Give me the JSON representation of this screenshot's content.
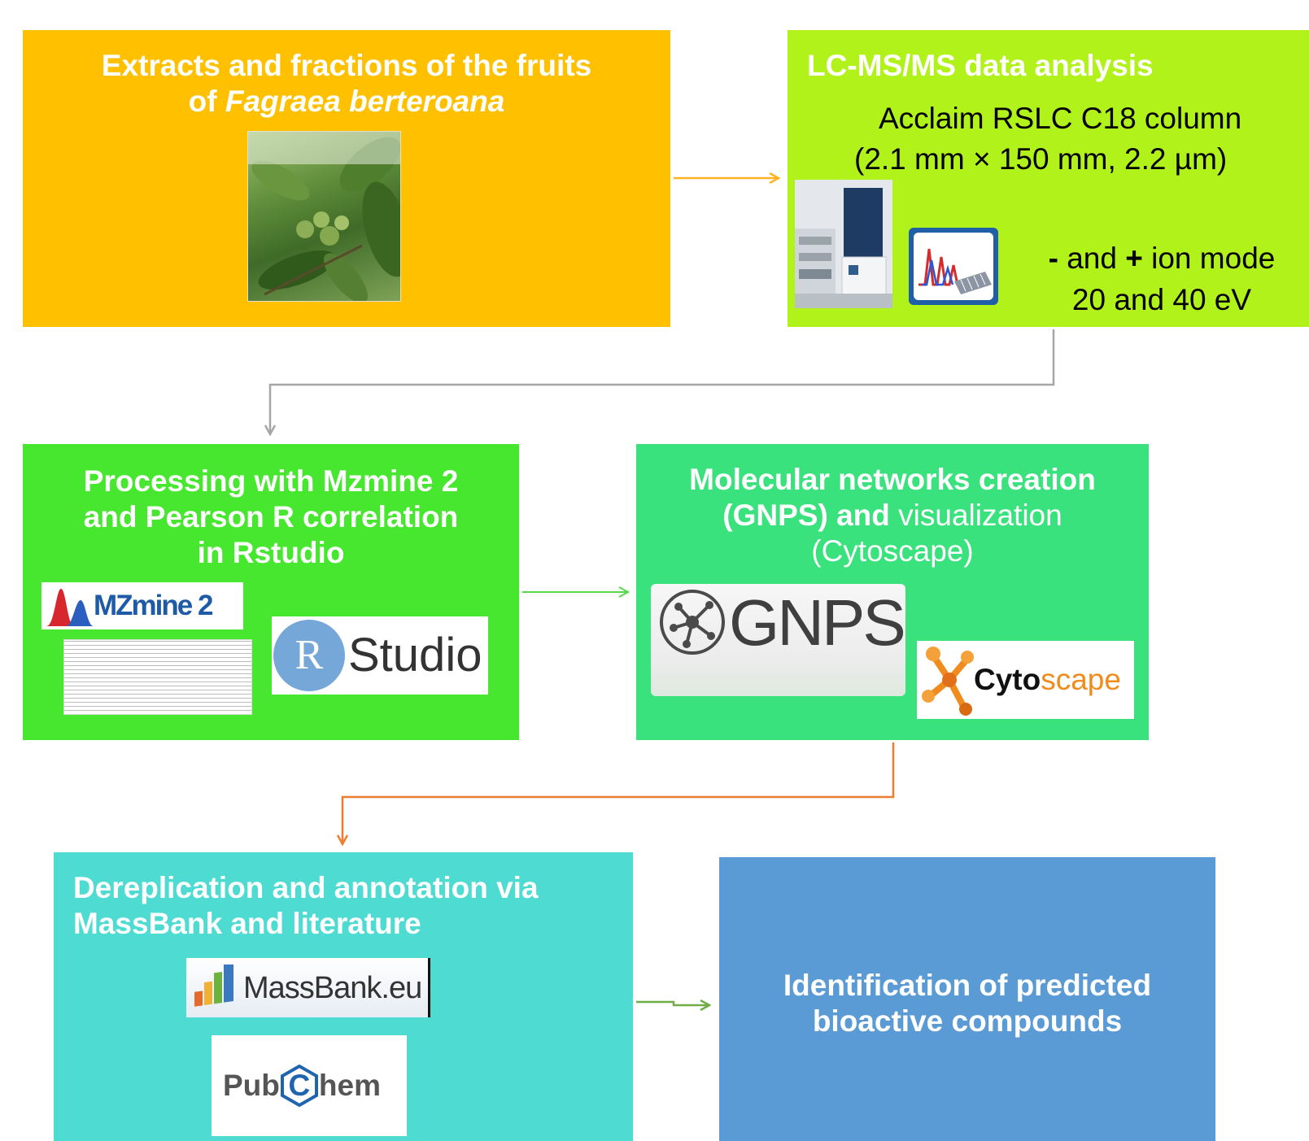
{
  "colors": {
    "box1": "#FFC000",
    "box2": "#B0F21A",
    "box3": "#46E72E",
    "box4": "#39E27C",
    "box5": "#4EDCD2",
    "box6": "#5B9BD5",
    "arrow1": "#FFB224",
    "arrow2": "#A6A6A6",
    "arrow3": "#55D84A",
    "arrow4": "#ED7D31",
    "arrow5": "#70AD47"
  },
  "box1": {
    "title_line1": "Extracts and fractions of the  fruits",
    "title_of": "of ",
    "title_species": "Fagraea berteroana"
  },
  "box2": {
    "title": "LC-MS/MS data analysis",
    "column_line1": "Acclaim RSLC C18 column",
    "column_line2": "(2.1 mm × 150 mm, 2.2 µm)",
    "minus": "-",
    "and": " and ",
    "plus": "+",
    "ion_mode": " ion mode",
    "energy": "20 and 40 eV"
  },
  "box3": {
    "title_line1": "Processing with Mzmine 2",
    "title_line2": "and Pearson R correlation",
    "title_line3": "in Rstudio",
    "mzmine_logo": "MZmine 2",
    "rstudio_r": "R",
    "rstudio_text": "Studio"
  },
  "box4": {
    "title_line1": "Molecular networks creation",
    "title_bold2": "(GNPS) and ",
    "title_normal2": "visualization",
    "title_line3": "(Cytoscape)",
    "gnps_logo": "GNPS",
    "cyto_bold": "Cyto",
    "cyto_normal": "scape"
  },
  "box5": {
    "title_line1": "Dereplication and annotation via",
    "title_line2": "MassBank and literature",
    "massbank_logo": "MassBank.eu",
    "pubchem_pub": "Pub",
    "pubchem_c": "C",
    "pubchem_hem": "hem"
  },
  "box6": {
    "title_line1": "Identification of predicted",
    "title_line2": "bioactive compounds"
  }
}
